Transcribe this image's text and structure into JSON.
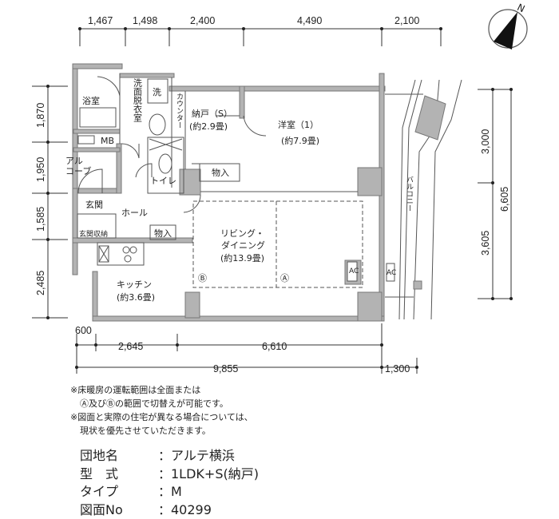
{
  "dimensions": {
    "top": [
      "1,467",
      "1,498",
      "2,400",
      "4,490",
      "2,100"
    ],
    "left": [
      "1,870",
      "1,950",
      "1,585",
      "2,485"
    ],
    "right": [
      "3,000",
      "3,605"
    ],
    "right_total": "6,605",
    "bottom_row1": [
      "600",
      "2,645",
      "6,610"
    ],
    "bottom_row2": [
      "9,855",
      "1,300"
    ]
  },
  "compass": {
    "label": "N"
  },
  "rooms": {
    "bath": "浴室",
    "washroom": "洗面脱衣室",
    "washer": "洗",
    "counter": "カウンター",
    "mb": "MB",
    "storage_s": "納戸（S）",
    "storage_s_area": "(約2.9畳)",
    "western_room": "洋室（1）",
    "western_room_area": "(約7.9畳)",
    "closet1": "物入",
    "toilet": "トイレ",
    "alcove_1": "アル",
    "alcove_2": "コーブ",
    "entrance": "玄関",
    "entrance_storage": "玄関収納",
    "hall": "ホール",
    "closet2": "物入",
    "living_1": "リビング・",
    "living_2": "ダイニング",
    "living_area": "(約13.9畳)",
    "zone_b": "Ⓑ",
    "zone_a": "Ⓐ",
    "kitchen": "キッチン",
    "kitchen_area": "(約3.6畳)",
    "balcony": "バルコニー",
    "ac": "AC"
  },
  "notes": [
    "※床暖房の運転範囲は全面または",
    "Ⓐ及びⒷの範囲で切替えが可能です。",
    "※図面と実際の住宅が異なる場合については、",
    "現状を優先させていただきます。"
  ],
  "info": [
    {
      "key": "団地名",
      "value": "：アルテ横浜"
    },
    {
      "key": "型　式",
      "value": "：1LDK+S(納戸)"
    },
    {
      "key": "タイプ",
      "value": "：M"
    },
    {
      "key": "図面No",
      "value": "：40299"
    }
  ]
}
